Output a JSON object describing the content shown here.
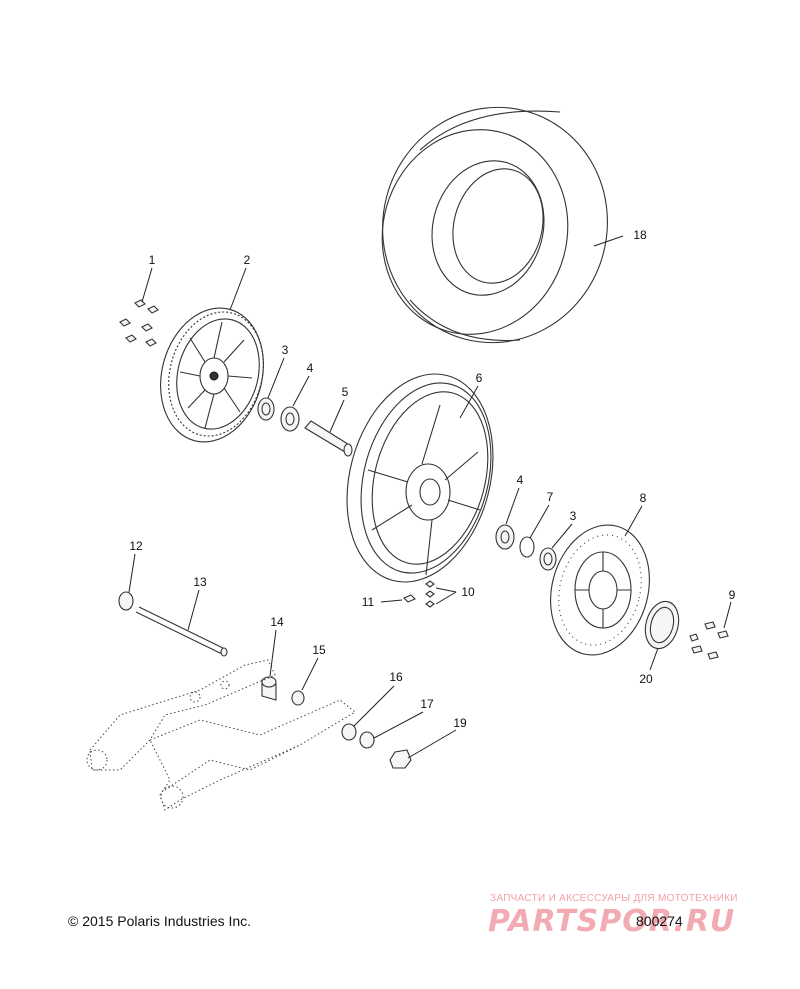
{
  "callouts": [
    {
      "label": "1"
    },
    {
      "label": "2"
    },
    {
      "label": "3"
    },
    {
      "label": "4"
    },
    {
      "label": "5"
    },
    {
      "label": "6"
    },
    {
      "label": "4"
    },
    {
      "label": "7"
    },
    {
      "label": "3"
    },
    {
      "label": "8"
    },
    {
      "label": "9"
    },
    {
      "label": "10"
    },
    {
      "label": "11"
    },
    {
      "label": "12"
    },
    {
      "label": "13"
    },
    {
      "label": "14"
    },
    {
      "label": "15"
    },
    {
      "label": "16"
    },
    {
      "label": "17"
    },
    {
      "label": "18"
    },
    {
      "label": "19"
    },
    {
      "label": "20"
    }
  ],
  "footer": {
    "copyright": "© 2015 Polaris Industries Inc.",
    "diagram_number": "800274"
  },
  "watermark": {
    "tagline": "ЗАПЧАСТИ И АКСЕССУАРЫ ДЛЯ МОТОТЕХНИКИ",
    "logo_text": "PARTSPOR.RU"
  },
  "colors": {
    "line_art": "#333333",
    "watermark": "#f2a3ab"
  }
}
